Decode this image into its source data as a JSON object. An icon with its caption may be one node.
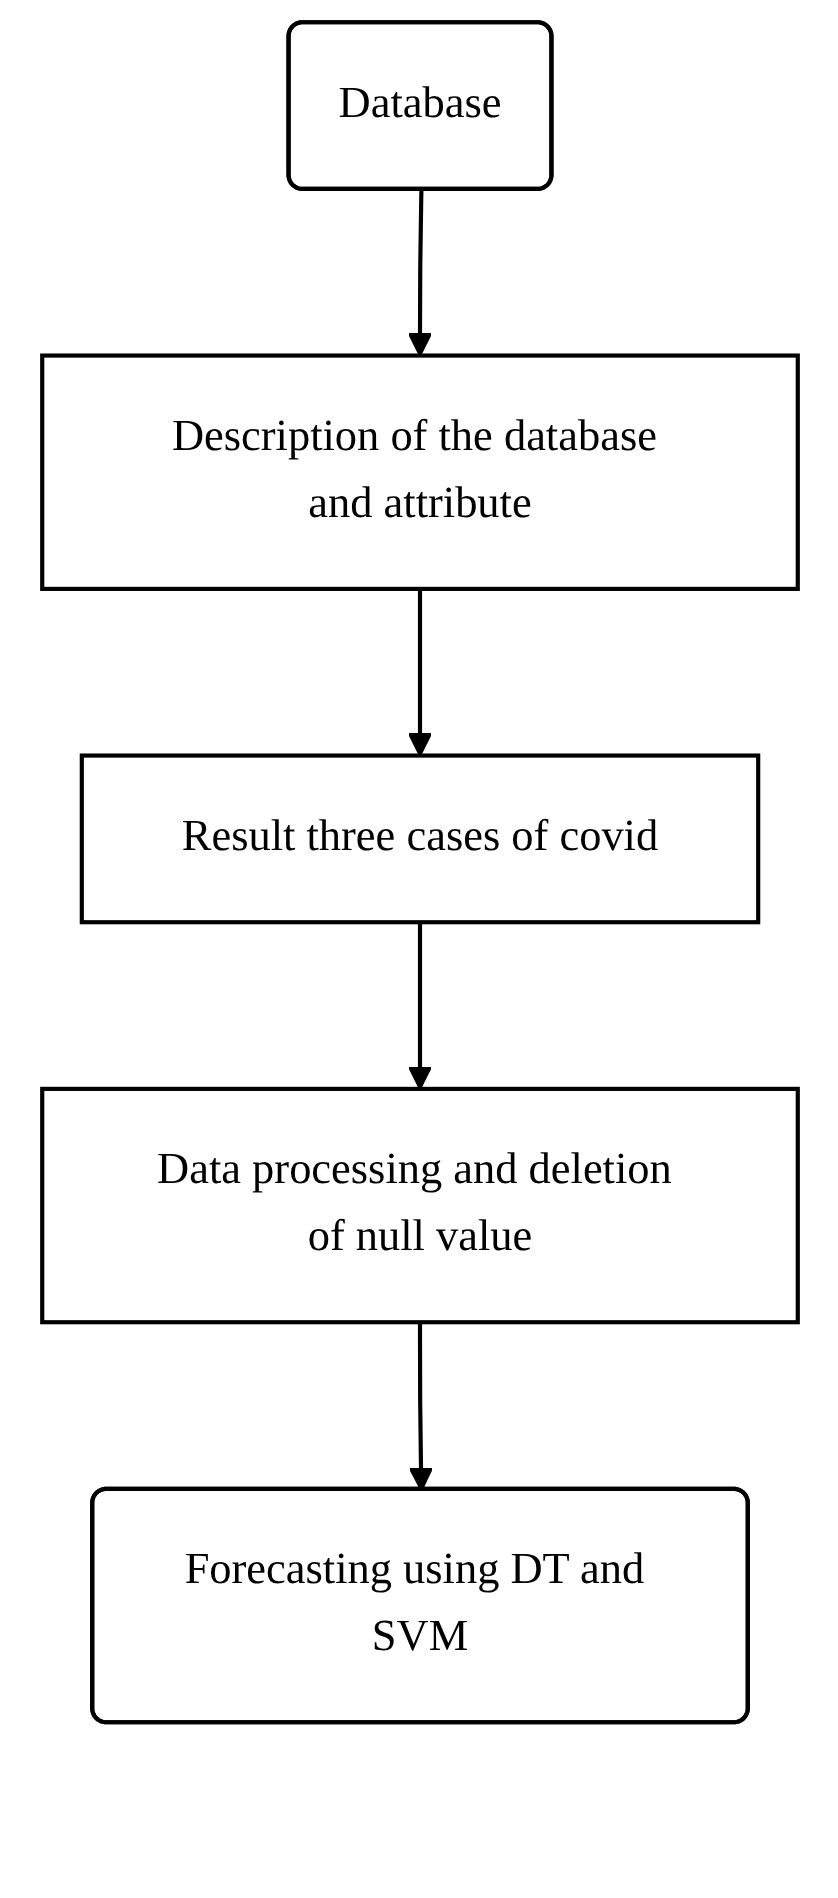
{
  "diagram": {
    "nodes": [
      {
        "text": [
          "Database"
        ]
      },
      {
        "text": [
          "Description of the database and attribute"
        ]
      },
      {
        "text": [
          "Result three cases of covid"
        ]
      },
      {
        "text": [
          "Data processing and deletion of null value"
        ]
      },
      {
        "text": [
          "Forecasting using DT and SVM"
        ]
      }
    ],
    "edges": [
      {
        "from": 0,
        "to": 1,
        "arrow": "to"
      },
      {
        "from": 1,
        "to": 2,
        "arrow": "to"
      },
      {
        "from": 2,
        "to": 3,
        "arrow": "to"
      },
      {
        "from": 3,
        "to": 4,
        "arrow": "to"
      }
    ]
  }
}
